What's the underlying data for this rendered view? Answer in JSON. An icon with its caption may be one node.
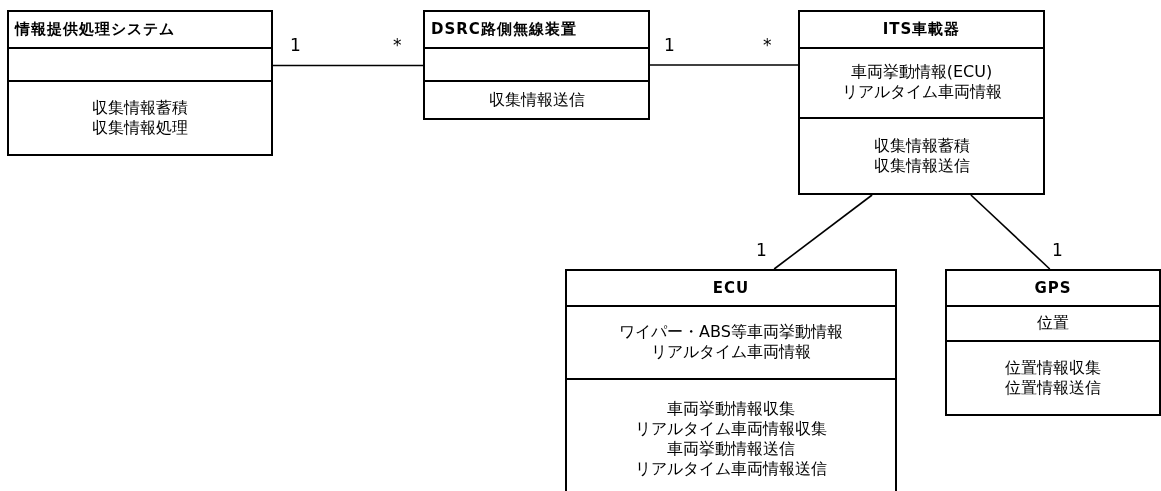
{
  "diagram": {
    "nodes": [
      {
        "text": [
          "情報提供処理システム"
        ]
      },
      {
        "text": [],
        "shape": "box",
        "in": 0
      },
      {
        "text": [
          "収集情報蓄積",
          "収集情報処理"
        ],
        "in": 0
      },
      {
        "text": [
          "DSRC路側無線装置"
        ]
      },
      {
        "text": [],
        "shape": "box",
        "in": 3
      },
      {
        "text": [
          "収集情報送信"
        ],
        "in": 3
      },
      {
        "text": [
          "ITS車載器"
        ]
      },
      {
        "text": [
          "車両挙動情報(ECU)",
          "リアルタイム車両情報"
        ],
        "in": 6
      },
      {
        "text": [
          "収集情報蓄積",
          "収集情報送信"
        ],
        "in": 6
      },
      {
        "text": [
          "ECU"
        ]
      },
      {
        "text": [
          "ワイパー・ABS等車両挙動情報",
          "リアルタイム車両情報"
        ],
        "in": 9
      },
      {
        "text": [
          "車両挙動情報収集",
          "リアルタイム車両情報収集",
          "車両挙動情報送信",
          "リアルタイム車両情報送信"
        ],
        "in": 9
      },
      {
        "text": [
          "GPS"
        ]
      },
      {
        "text": [
          "位置"
        ],
        "in": 12
      },
      {
        "text": [
          "位置情報収集",
          "位置情報送信"
        ],
        "in": 12
      }
    ],
    "edges": [
      {
        "from": 0,
        "to": 3,
        "arrow": "none"
      },
      {
        "from": 3,
        "to": 6,
        "arrow": "none"
      },
      {
        "from": 6,
        "to": 9,
        "arrow": "none"
      },
      {
        "from": 6,
        "to": 12,
        "arrow": "none"
      }
    ],
    "labels": [
      "1",
      "*",
      "1",
      "*",
      "1",
      "1"
    ]
  }
}
